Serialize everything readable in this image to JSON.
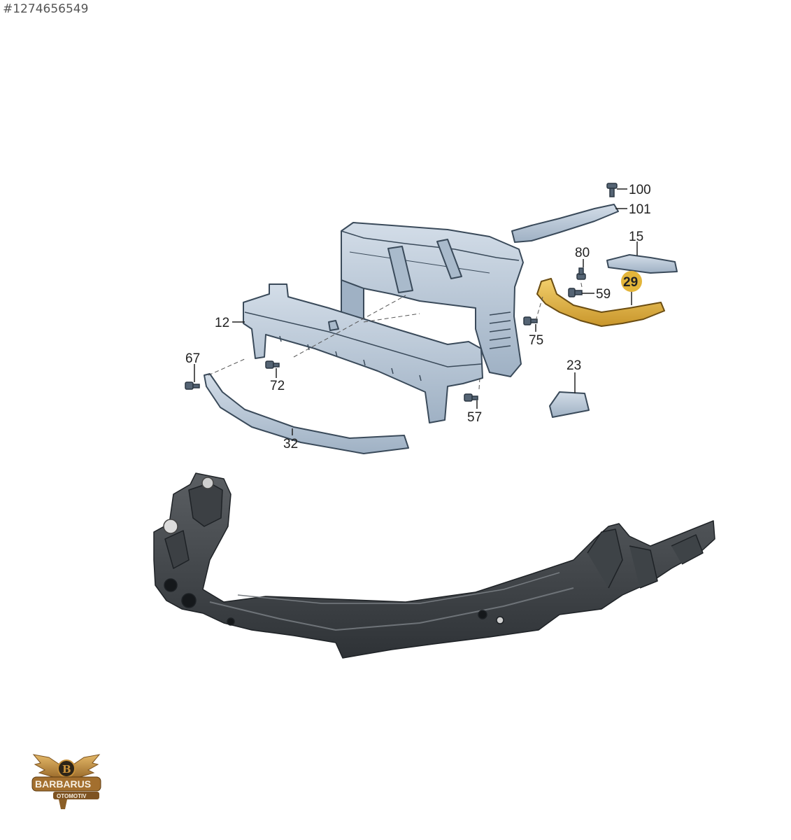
{
  "image_id_text": "#1274656549",
  "diagram": {
    "part_labels": [
      "100",
      "101",
      "15",
      "80",
      "59",
      "29",
      "75",
      "12",
      "67",
      "72",
      "23",
      "57",
      "32"
    ],
    "highlighted_part": "29",
    "highlight_color": "#e3b53a",
    "part_color": "#b9c7d6"
  },
  "logo": {
    "brand": "BARBARUS",
    "sub": "OTOMOTIV",
    "letter": "B",
    "gold": "#c8913a"
  }
}
